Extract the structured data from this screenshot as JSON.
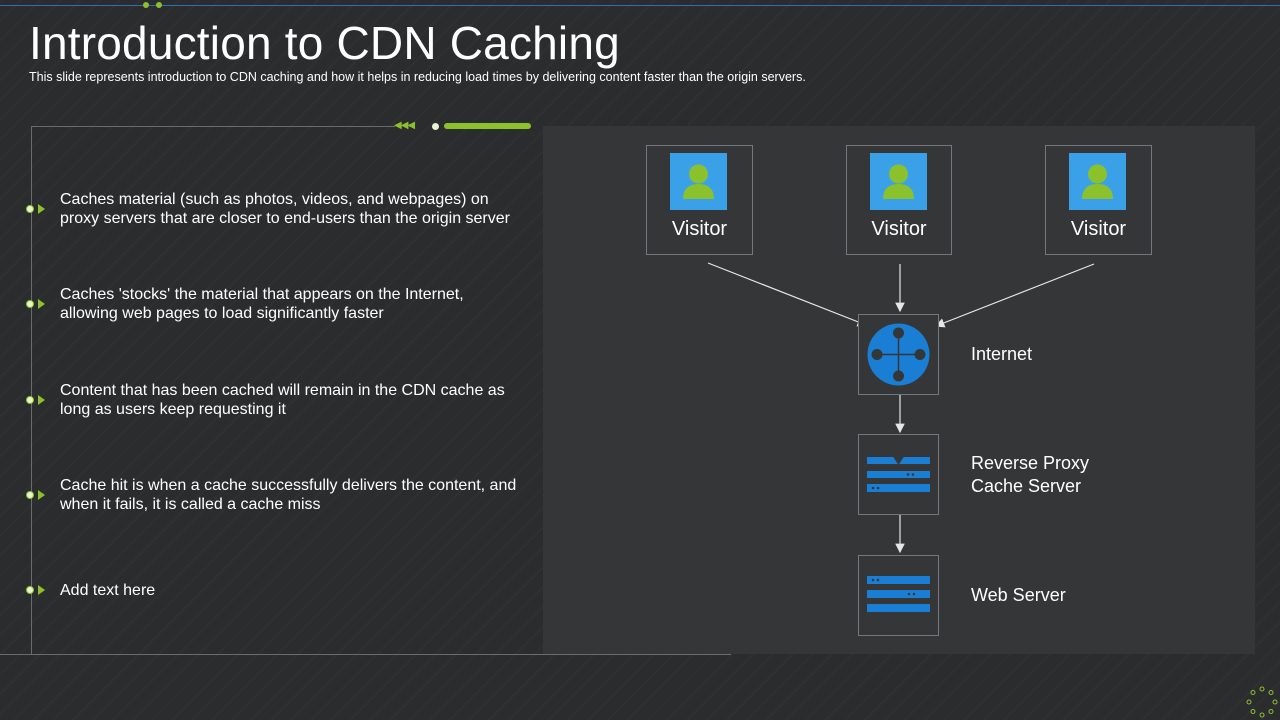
{
  "slide": {
    "title": "Introduction to CDN Caching",
    "subtitle": "This slide represents introduction to CDN caching and how it helps in reducing load times by delivering  content faster than the origin servers."
  },
  "bullets": [
    "Caches material (such as photos, videos, and webpages) on proxy servers that are closer to end-users than the origin server",
    "Caches 'stocks' the material that appears on the Internet, allowing web pages to load significantly faster",
    "Content that has been cached will remain in the CDN cache as long as users keep requesting it",
    "Cache hit is when a cache successfully delivers the content, and when it fails, it is called a cache miss",
    "Add text here"
  ],
  "diagram": {
    "visitors": [
      "Visitor",
      "Visitor",
      "Visitor"
    ],
    "internet_label": "Internet",
    "proxy_label_line1": "Reverse Proxy",
    "proxy_label_line2": "Cache Server",
    "webserver_label": "Web Server"
  },
  "colors": {
    "accent_green": "#8bc12c",
    "icon_blue": "#1a7fd4",
    "visitor_blue": "#3aa1e9",
    "top_line_blue": "#2d6fb0"
  },
  "icons": [
    "person-icon",
    "globe-network-icon",
    "proxy-server-icon",
    "web-server-icon"
  ]
}
